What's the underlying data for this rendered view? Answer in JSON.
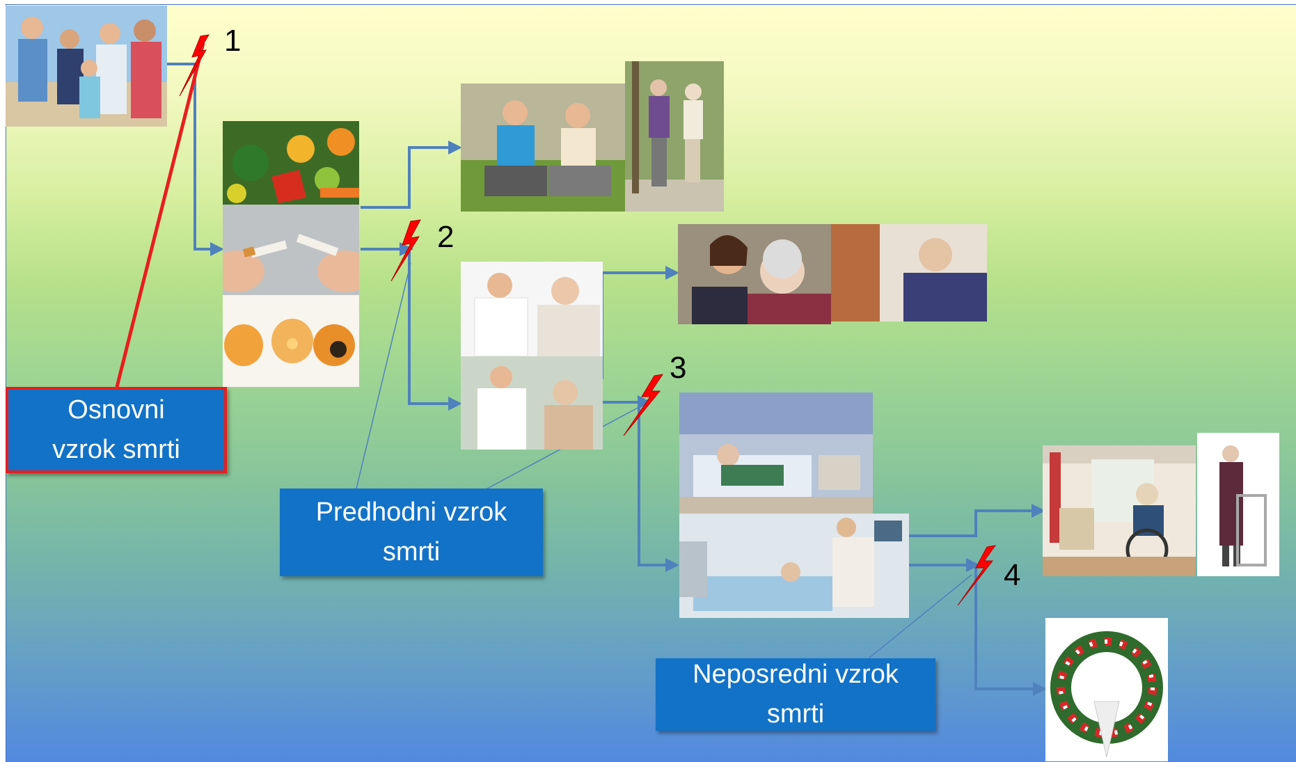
{
  "labels": {
    "osnovni": "Osnovni vzrok smrti",
    "predhodni": "Predhodni vzrok smrti",
    "neposredni": "Neposredni vzrok smrti"
  },
  "numbers": [
    "1",
    "2",
    "3",
    "4"
  ],
  "colors": {
    "box_fill": "#1272c7",
    "box_highlight_border": "#e81e1e",
    "arrow": "#4f81bd",
    "lightning": "#ff0000",
    "background_top": "#ffffcc",
    "background_bottom": "#5289df"
  },
  "images": [
    "family-photo",
    "vegetables-photo",
    "broken-cigarette-photo",
    "pills-photo",
    "elderly-couple-exercising-photo",
    "elderly-couple-walking-photo",
    "doctor-elderly-man-photo",
    "doctor-elderly-woman-photo",
    "caregiver-elderly-woman-photo",
    "caregiver-elderly-man-photo",
    "hospital-ward-photo",
    "icu-bed-photo",
    "wheelchair-photo",
    "walker-photo",
    "funeral-wreath-photo"
  ]
}
